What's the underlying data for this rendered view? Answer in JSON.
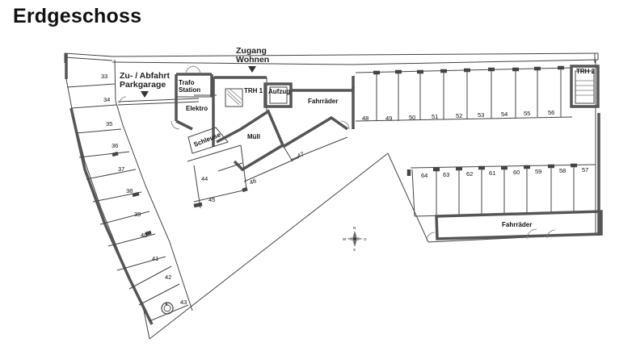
{
  "title": "Erdgeschoss",
  "labels": {
    "zugang_line1": "Zugang",
    "zugang_line2": "Wohnen",
    "zufahrt_line1": "Zu- / Abfahrt",
    "zufahrt_line2": "Parkgarage",
    "trafo_line1": "Trafo",
    "trafo_line2": "Station",
    "elektro": "Elektro",
    "trh1": "TRH 1",
    "aufzug": "Aufzug",
    "fahrraeder_upper": "Fahrräder",
    "fahrraeder_lower": "Fahrräder",
    "schleuse": "Schleuse",
    "muell": "Müll",
    "trh2": "TRH 2"
  },
  "compass": {
    "n": "N",
    "e": "O",
    "s": "S",
    "w": "W"
  },
  "spaces": {
    "s33": "33",
    "s34": "34",
    "s35": "35",
    "s36": "36",
    "s37": "37",
    "s38": "38",
    "s39": "39",
    "s40": "40",
    "s41": "41",
    "s42": "42",
    "s43": "43",
    "s44": "44",
    "s45": "45",
    "s46": "46",
    "s47": "47",
    "s48": "48",
    "s49": "49",
    "s50": "50",
    "s51": "51",
    "s52": "52",
    "s53": "53",
    "s54": "54",
    "s55": "55",
    "s56": "56",
    "s57": "57",
    "s58": "58",
    "s59": "59",
    "s60": "60",
    "s61": "61",
    "s62": "62",
    "s63": "63",
    "s64": "64"
  }
}
